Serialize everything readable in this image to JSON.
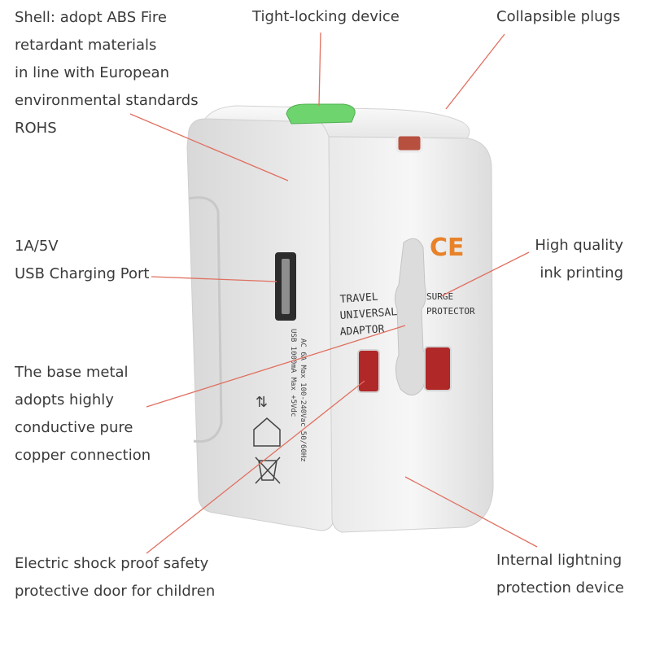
{
  "callouts": {
    "shell": {
      "lines": [
        "Shell: adopt ABS Fire",
        "retardant materials",
        "in line with European",
        "environmental standards",
        "ROHS"
      ]
    },
    "tight_locking": {
      "lines": [
        "Tight-locking device"
      ]
    },
    "collapsible": {
      "lines": [
        "Collapsible plugs"
      ]
    },
    "usb_port": {
      "lines": [
        "1A/5V",
        "USB Charging Port"
      ]
    },
    "ink_printing": {
      "lines": [
        "High quality",
        "ink printing"
      ]
    },
    "base_metal": {
      "lines": [
        "The base metal",
        "adopts highly",
        "conductive pure",
        "copper connection"
      ]
    },
    "shock_proof": {
      "lines": [
        "Electric shock proof safety",
        "protective door for children"
      ]
    },
    "lightning": {
      "lines": [
        "Internal lightning",
        "protection device"
      ]
    }
  },
  "device": {
    "face_left_label": [
      "TRAVEL",
      "UNIVERSAL",
      "ADAPTOR"
    ],
    "face_right_label": [
      "SURGE",
      "PROTECTOR"
    ],
    "ce_mark": "CE",
    "side_spec_1": "AC 6A Max 100-240Vac 50/60Hz",
    "side_spec_2": "USB 1000mA Max +5Vdc"
  },
  "colors": {
    "leader_line": "#e07060",
    "button_green": "#6ed46e",
    "ce_orange": "#e8822a",
    "socket_red": "#b02828"
  }
}
